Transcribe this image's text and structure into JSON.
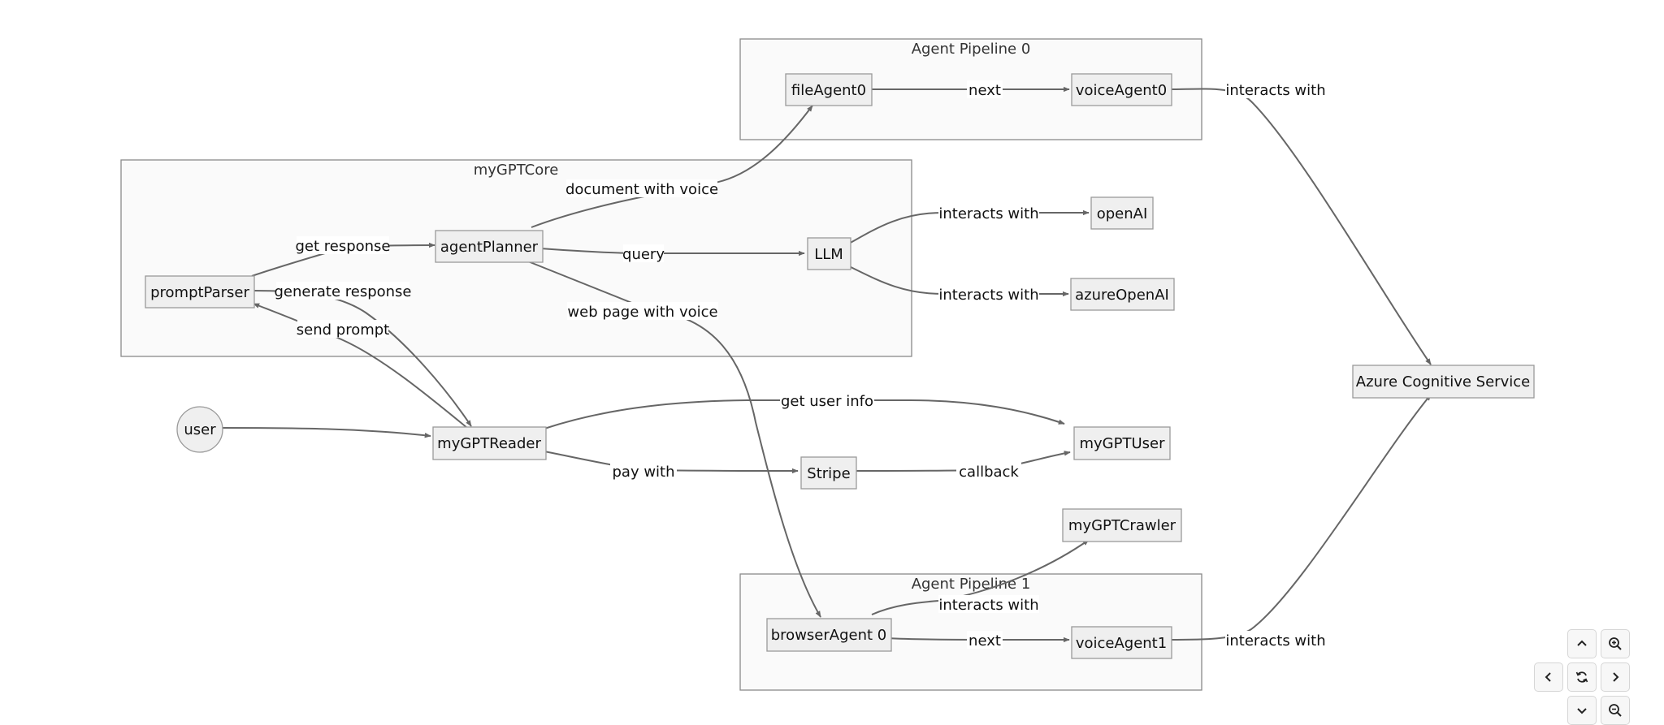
{
  "clusters": {
    "pipeline0": "Agent Pipeline 0",
    "core": "myGPTCore",
    "pipeline1": "Agent Pipeline 1"
  },
  "nodes": {
    "fileAgent0": "fileAgent0",
    "voiceAgent0": "voiceAgent0",
    "promptParser": "promptParser",
    "agentPlanner": "agentPlanner",
    "llm": "LLM",
    "openAI": "openAI",
    "azureOpenAI": "azureOpenAI",
    "user": "user",
    "myGPTReader": "myGPTReader",
    "stripe": "Stripe",
    "myGPTUser": "myGPTUser",
    "myGPTCrawler": "myGPTCrawler",
    "browserAgent0": "browserAgent 0",
    "voiceAgent1": "voiceAgent1",
    "azureCognitive": "Azure Cognitive Service"
  },
  "edges": {
    "next0": "next",
    "interactsVoice0": "interacts with",
    "documentWithVoice": "document with voice",
    "getResponse": "get response",
    "generateResponse": "generate response",
    "sendPrompt": "send prompt",
    "query": "query",
    "webPageWithVoice": "web page with voice",
    "interactsOpenAI": "interacts with",
    "interactsAzureOpenAI": "interacts with",
    "getUserInfo": "get user info",
    "payWith": "pay with",
    "callback": "callback",
    "interactsCrawler": "interacts with",
    "next1": "next",
    "interactsVoice1": "interacts with"
  },
  "controls": {
    "pan_up": "chevron-up-icon",
    "zoom_in": "zoom-in-icon",
    "pan_left": "chevron-left-icon",
    "reset": "refresh-icon",
    "pan_right": "chevron-right-icon",
    "pan_down": "chevron-down-icon",
    "zoom_out": "zoom-out-icon"
  }
}
